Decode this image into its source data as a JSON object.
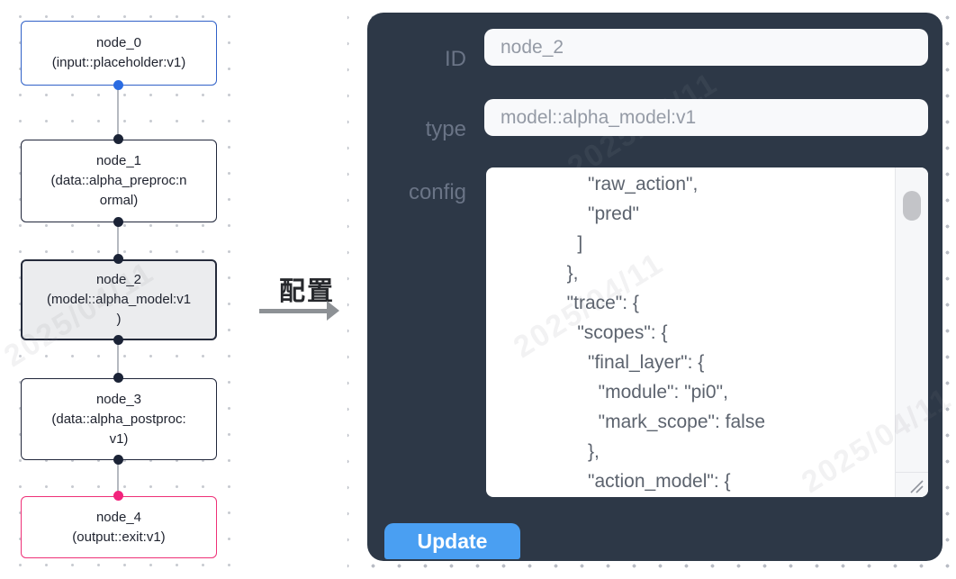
{
  "flow": {
    "nodes": [
      {
        "id": "node_0",
        "label": "node_0\n(input::placeholder:v1)"
      },
      {
        "id": "node_1",
        "label": "node_1\n(data::alpha_preproc:n\normal)"
      },
      {
        "id": "node_2",
        "label": "node_2\n(model::alpha_model:v1\n)"
      },
      {
        "id": "node_3",
        "label": "node_3\n(data::alpha_postproc:\nv1)"
      },
      {
        "id": "node_4",
        "label": "node_4\n(output::exit:v1)"
      }
    ]
  },
  "annotation": {
    "label": "配置"
  },
  "panel": {
    "id_label": "ID",
    "id_value": "node_2",
    "type_label": "type",
    "type_value": "model::alpha_model:v1",
    "config_label": "config",
    "config_text": "      \"raw_action\",\n      \"pred\"\n    ]\n  },\n  \"trace\": {\n    \"scopes\": {\n      \"final_layer\": {\n        \"module\": \"pi0\",\n        \"mark_scope\": false\n      },\n      \"action_model\": {",
    "update_label": "Update"
  },
  "watermark": {
    "text": "2025/04/11"
  },
  "colors": {
    "panel_bg": "#2d3847",
    "accent_blue": "#4a9ff2",
    "input_bg": "#f8f9fb",
    "node_selected_bg": "#ebecee",
    "input_node_border": "#3061c8",
    "output_node_border": "#ee3077",
    "default_node_border": "#20263a",
    "handle_blue": "#2a6be2",
    "handle_dark": "#1b2336",
    "handle_pink": "#f2237c",
    "edge_gray": "#b5b9c0"
  }
}
